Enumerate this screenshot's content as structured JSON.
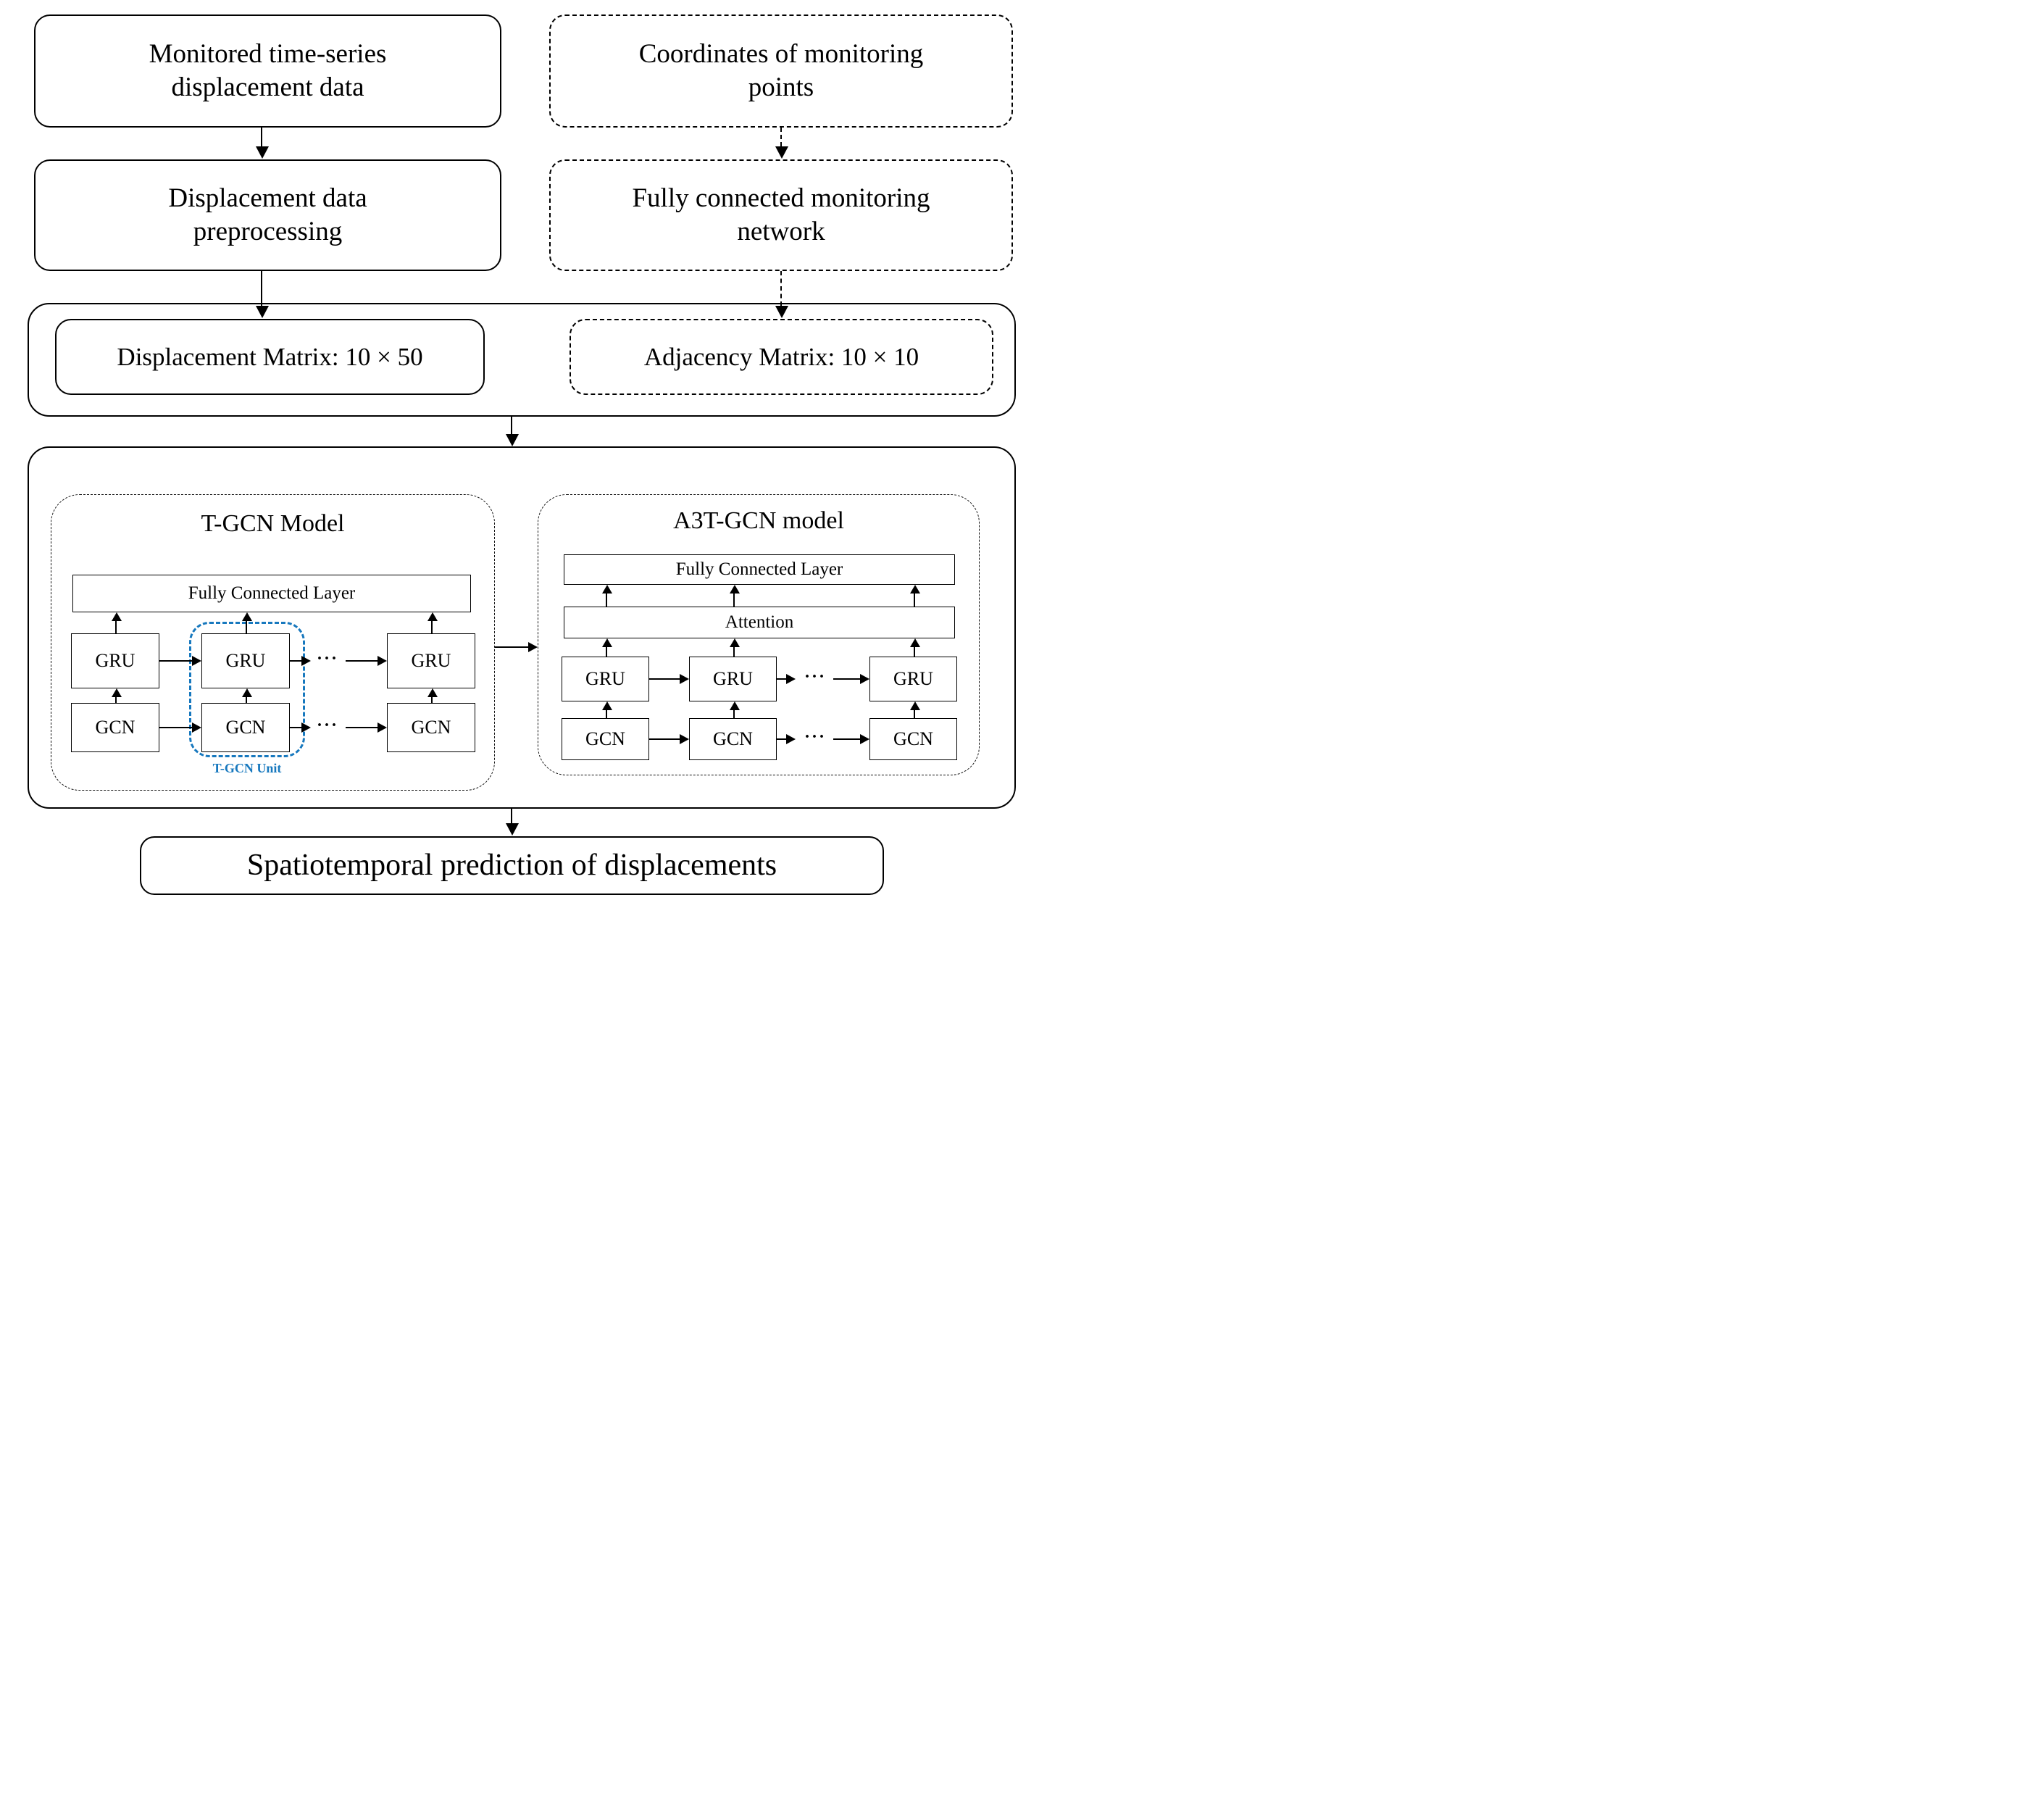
{
  "nodes": {
    "monitored": "Monitored  time-series\ndisplacement data",
    "coordinates": "Coordinates of monitoring\npoints",
    "preprocessing": "Displacement data\npreprocessing",
    "fcn_network": "Fully connected monitoring\nnetwork",
    "displacement_matrix": "Displacement Matrix: 10 × 50",
    "adjacency_matrix": "Adjacency Matrix: 10 × 10",
    "output": "Spatiotemporal prediction of displacements"
  },
  "tgcn": {
    "title": "T-GCN Model",
    "fc_layer": "Fully Connected Layer",
    "unit_label": "T-GCN Unit"
  },
  "a3tgcn": {
    "title": "A3T-GCN model",
    "fc_layer": "Fully Connected Layer",
    "attention": "Attention"
  },
  "labels": {
    "gru": "GRU",
    "gcn": "GCN",
    "dots": "···"
  },
  "colors": {
    "stroke": "#000000",
    "unit_blue": "#1778be",
    "background": "#ffffff"
  }
}
